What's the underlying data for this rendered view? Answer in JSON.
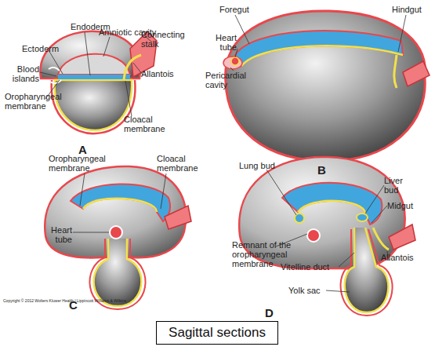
{
  "diagram": {
    "nodes": [
      {
        "text": [
          "Sagittal sections"
        ]
      }
    ],
    "labels": [
      "Endoderm",
      "Amniotic cavity",
      "Ectoderm",
      "Connecting stalk",
      "Blood islands",
      "Allantois",
      "Oropharyngeal membrane",
      "Cloacal membrane",
      "A",
      "Foregut",
      "Hindgut",
      "Heart tube",
      "Pericardial cavity",
      "B",
      "Oropharyngeal membrane",
      "Cloacal membrane",
      "Heart tube",
      "C",
      "Lung bud",
      "Liver bud",
      "Midgut",
      "Remnant of the oropharyngeal membrane",
      "Vitelline duct",
      "Allantois",
      "Yolk sac",
      "D",
      "Copyright © 2012 Wolters Kluwer Health | Lippincott Williams & Wilkins"
    ]
  }
}
